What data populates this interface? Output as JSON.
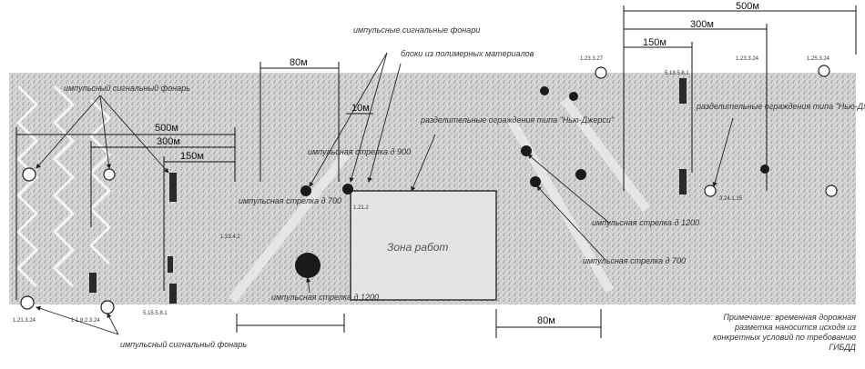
{
  "dimensions": {
    "top_right": [
      "500м",
      "300м",
      "150м"
    ],
    "left": [
      "500м",
      "300м",
      "150м"
    ],
    "left_80": "80м",
    "ten": "10м",
    "bottom_80": "80м"
  },
  "labels": {
    "pulse_lanterns_top": "импульсные сигнальные фонари",
    "blocks": "блоки из полимерных материалов",
    "barriers_center": "разделительные ограждения типа \"Нью-Джерси\"",
    "barriers_right": "разделительные ограждения типа \"Нью-Джерси\"",
    "pulse_lantern_left_top": "импульсный сигнальный фонарь",
    "pulse_lantern_bottom": "импульсный сигнальный фонарь",
    "arrow_d700_left": "импульсная стрелка д 700",
    "arrow_d900": "импульсная стрелка д 900",
    "arrow_d1200_bottom": "импульсная стрелка д 1200",
    "arrow_d1200_right": "импульсная стрелка д 1200",
    "arrow_d700_right": "импульсная стрелка д 700",
    "work_zone": "Зона работ"
  },
  "codes": [
    "1.23.3.27",
    "1.23.3.24",
    "5.18.5.8.1",
    "1.23.4.2",
    "1.21.2",
    "1.1.8.2.3.24",
    "1.25.3.24",
    "3.24.1.15",
    "5.15.5.8.1",
    "1.21.3.24"
  ],
  "note": "Примечание: временная дорожная разметка наносится исходя из конкретных условий по требованию ГИБДД"
}
